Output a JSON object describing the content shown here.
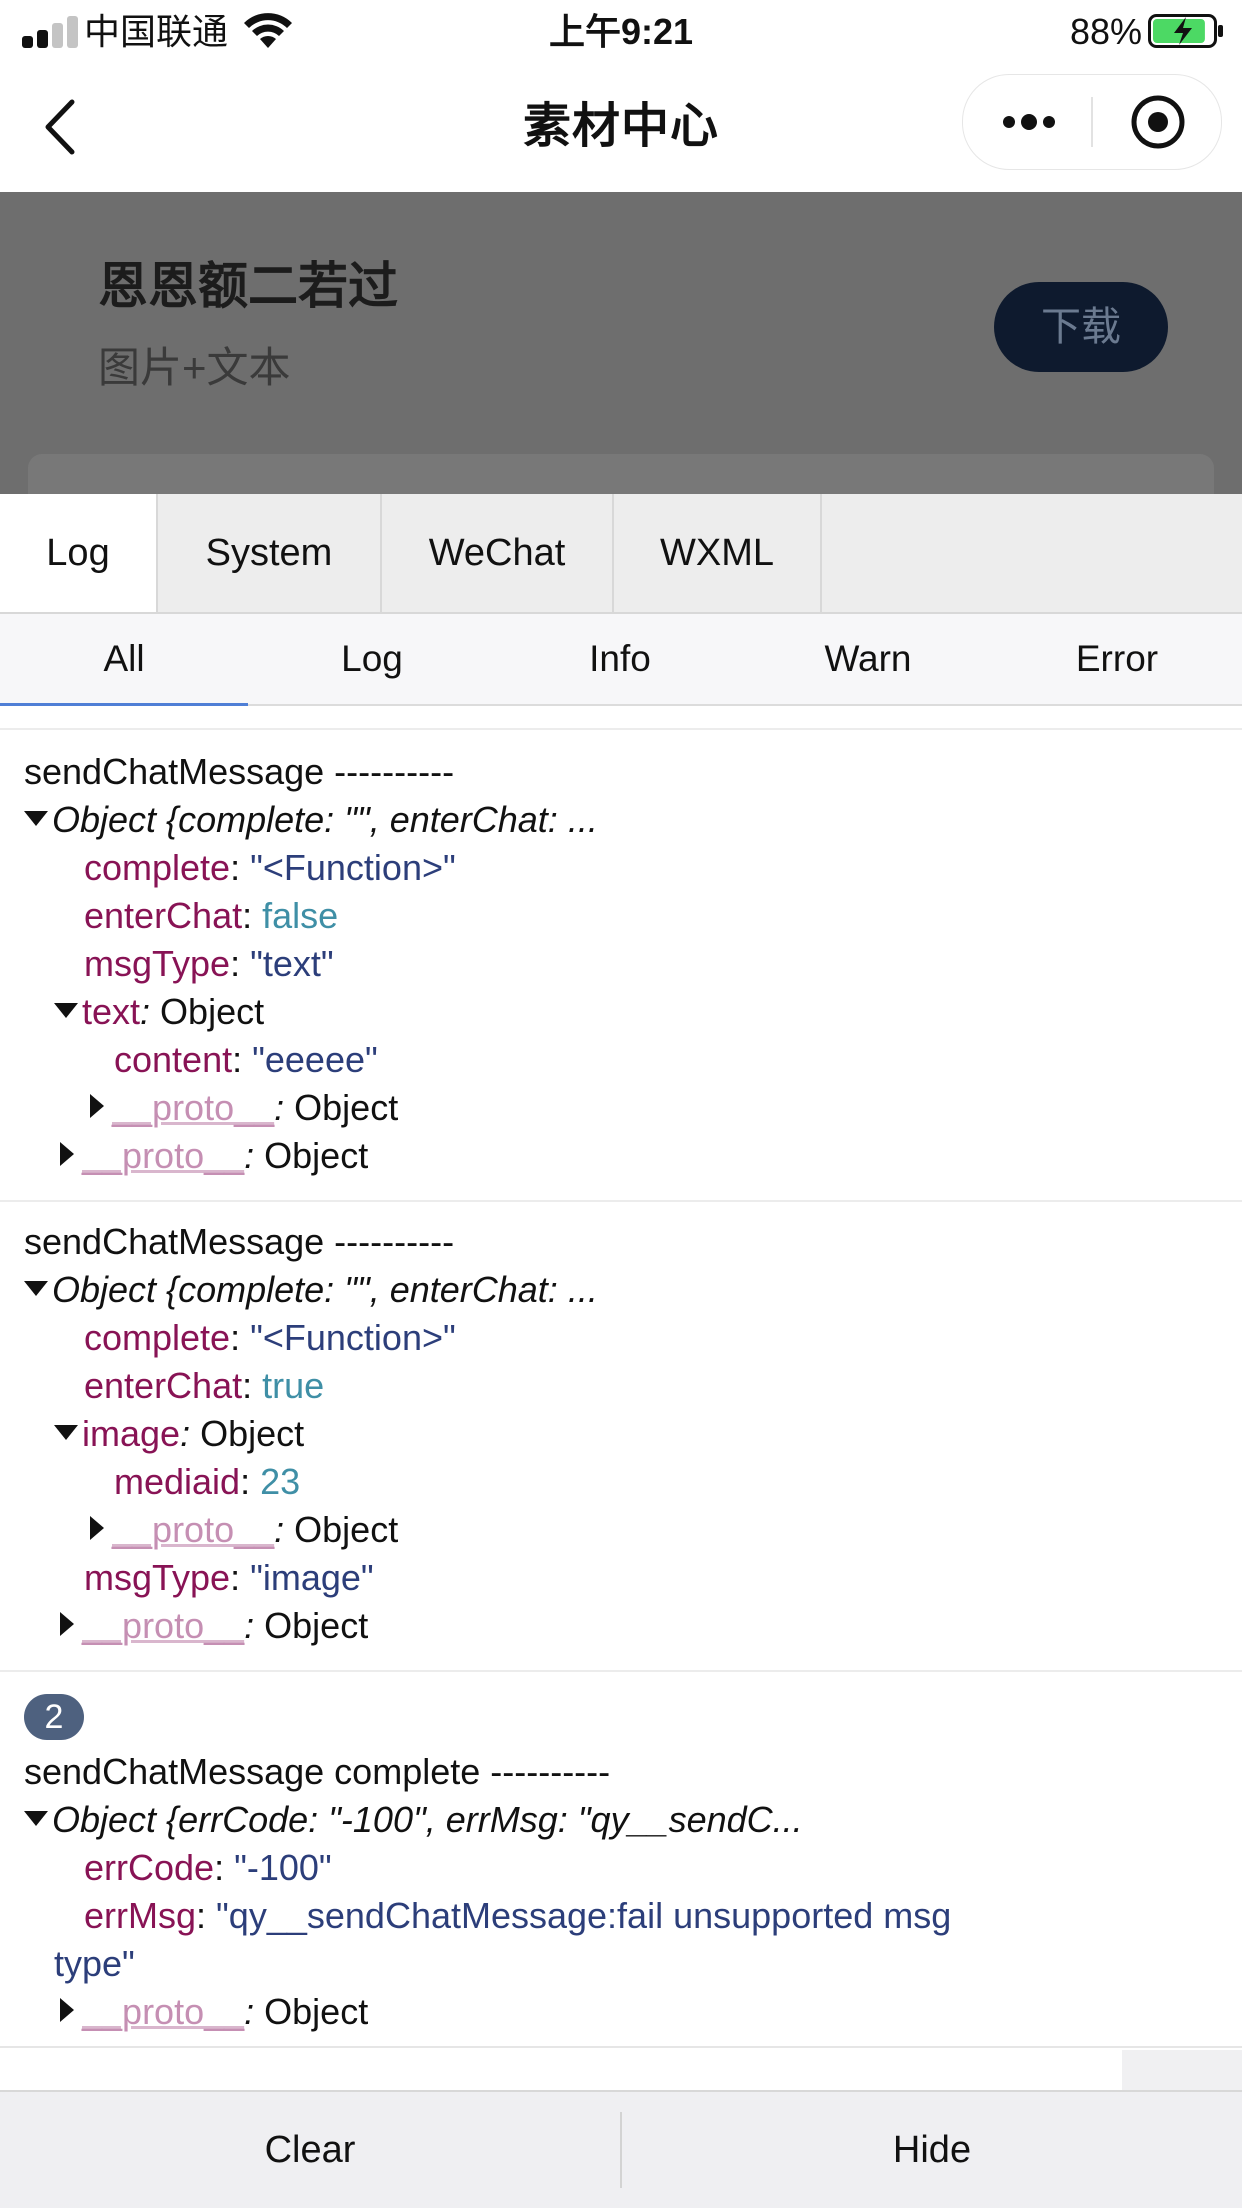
{
  "status_bar": {
    "carrier": "中国联通",
    "time": "上午9:21",
    "battery_percent": "88%",
    "battery_level": 0.88,
    "charging": true
  },
  "nav": {
    "title": "素材中心",
    "back_icon": "chevron-left-icon",
    "more_icon": "more-dots-icon",
    "close_icon": "target-circle-icon"
  },
  "material": {
    "title": "恩恩额二若过",
    "type": "图片+文本",
    "download_label": "下载"
  },
  "console": {
    "main_tabs": [
      {
        "label": "Log",
        "active": true
      },
      {
        "label": "System",
        "active": false
      },
      {
        "label": "WeChat",
        "active": false
      },
      {
        "label": "WXML",
        "active": false
      }
    ],
    "sub_tabs": [
      {
        "label": "All",
        "active": true
      },
      {
        "label": "Log",
        "active": false
      },
      {
        "label": "Info",
        "active": false
      },
      {
        "label": "Warn",
        "active": false
      },
      {
        "label": "Error",
        "active": false
      }
    ],
    "logs": [
      {
        "header": "sendChatMessage ----------",
        "summary": "Object {complete: \"\", enterChat: ...",
        "props": [
          {
            "key": "complete",
            "sep": ": ",
            "value": "\"<Function>\""
          },
          {
            "key": "enterChat",
            "sep": ": ",
            "value": "false"
          },
          {
            "key": "msgType",
            "sep": ": ",
            "value": "\"text\""
          },
          {
            "key": "text",
            "sep": ": ",
            "value": "Object"
          },
          {
            "key": "content",
            "sep": ": ",
            "value": "\"eeeee\""
          },
          {
            "key": "__proto__",
            "sep": ": ",
            "value": "Object"
          },
          {
            "key": "__proto__",
            "sep": ": ",
            "value": "Object"
          }
        ]
      },
      {
        "header": "sendChatMessage ----------",
        "summary": "Object {complete: \"\", enterChat: ...",
        "props": [
          {
            "key": "complete",
            "sep": ": ",
            "value": "\"<Function>\""
          },
          {
            "key": "enterChat",
            "sep": ": ",
            "value": "true"
          },
          {
            "key": "image",
            "sep": ": ",
            "value": "Object"
          },
          {
            "key": "mediaid",
            "sep": ": ",
            "value": "23"
          },
          {
            "key": "__proto__",
            "sep": ": ",
            "value": "Object"
          },
          {
            "key": "msgType",
            "sep": ": ",
            "value": "\"image\""
          },
          {
            "key": "__proto__",
            "sep": ": ",
            "value": "Object"
          }
        ]
      },
      {
        "repeat_count": "2",
        "header": "sendChatMessage complete ----------",
        "summary": "Object {errCode: \"-100\", errMsg: \"qy__sendC...",
        "props": [
          {
            "key": "errCode",
            "sep": ": ",
            "value": "\"-100\""
          },
          {
            "key": "errMsg",
            "sep": ": ",
            "value": "\"qy__sendChatMessage:fail unsupported msg",
            "value_cont": "type\""
          },
          {
            "key": "__proto__",
            "sep": ": ",
            "value": "Object"
          }
        ]
      }
    ],
    "toolbar": {
      "clear_label": "Clear",
      "hide_label": "Hide"
    }
  }
}
